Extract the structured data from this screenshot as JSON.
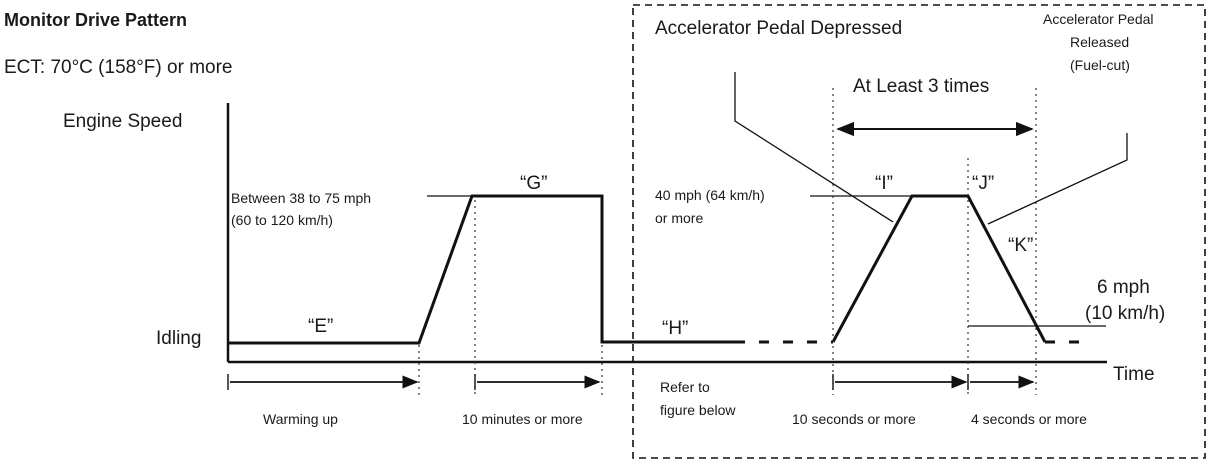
{
  "title": "Monitor Drive Pattern",
  "condition": "ECT: 70°C (158°F) or more",
  "y_axis_label": "Engine Speed",
  "x_axis_label": "Time",
  "idle_label": "Idling",
  "speed_label_1": "Between 38 to 75 mph",
  "speed_label_2": "(60 to 120 km/h)",
  "speed40_label_1": "40 mph (64 km/h)",
  "speed40_label_2": "or more",
  "speed6_label_1": "6 mph",
  "speed6_label_2": "(10 km/h)",
  "pedal_depressed": "Accelerator Pedal Depressed",
  "pedal_released_1": "Accelerator Pedal",
  "pedal_released_2": "Released",
  "pedal_released_3": "(Fuel-cut)",
  "repeat_label": "At Least 3 times",
  "segments": {
    "E": "“E”",
    "G": "“G”",
    "H": "“H”",
    "I": "“I”",
    "J": "“J”",
    "K": "“K”"
  },
  "durations": {
    "warming": "Warming up",
    "g": "10 minutes or more",
    "refer_1": "Refer to",
    "refer_2": "figure below",
    "i": "10 seconds or more",
    "k": "4 seconds or more"
  }
}
